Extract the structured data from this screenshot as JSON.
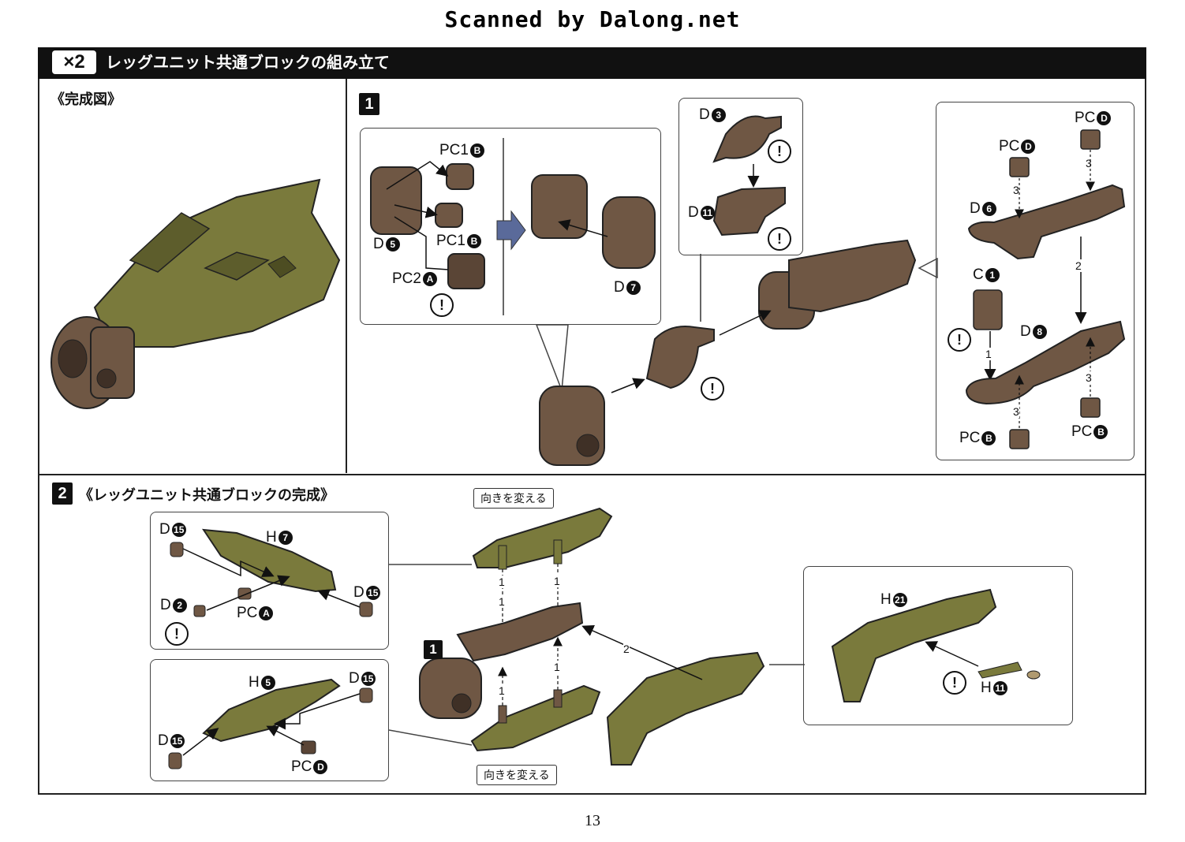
{
  "watermark": "Scanned by Dalong.net",
  "header": {
    "multiplier": "×2",
    "title": "レッグユニット共通ブロックの組み立て"
  },
  "completed_view": {
    "label": "《完成図》"
  },
  "step1": {
    "number": "1",
    "labels": {
      "pc1b_top": "PC1",
      "pc1b_top_mark": "B",
      "d5": "D",
      "d5_mark": "5",
      "pc1b_mid": "PC1",
      "pc1b_mid_mark": "B",
      "pc2a": "PC2",
      "pc2a_mark": "A",
      "d7": "D",
      "d7_mark": "7",
      "d3": "D",
      "d3_mark": "3",
      "d11": "D",
      "d11_mark": "11",
      "pcd_right": "PC",
      "pcd_right_mark": "D",
      "pcd_left": "PC",
      "pcd_left_mark": "D",
      "d6": "D",
      "d6_mark": "6",
      "c1": "C",
      "c1_mark": "1",
      "d8": "D",
      "d8_mark": "8",
      "pcb_left": "PC",
      "pcb_left_mark": "B",
      "pcb_right": "PC",
      "pcb_right_mark": "B"
    },
    "order_marks": [
      "3",
      "3",
      "2",
      "1",
      "3",
      "3"
    ],
    "warning_mark": "!"
  },
  "step2": {
    "number": "2",
    "title": "《レッグユニット共通ブロックの完成》",
    "orient_top": "向きを変える",
    "orient_bottom": "向きを変える",
    "labels": {
      "d15_a": "D",
      "d15_a_mark": "15",
      "h7": "H",
      "h7_mark": "7",
      "d15_b": "D",
      "d15_b_mark": "15",
      "d2": "D",
      "d2_mark": "2",
      "pca": "PC",
      "pca_mark": "A",
      "h5": "H",
      "h5_mark": "5",
      "d15_c": "D",
      "d15_c_mark": "15",
      "d15_d": "D",
      "d15_d_mark": "15",
      "pcd": "PC",
      "pcd_mark": "D",
      "h21": "H",
      "h21_mark": "21",
      "h11": "H",
      "h11_mark": "11",
      "step_ref": "1"
    },
    "order_marks": [
      "1",
      "1",
      "1",
      "1",
      "1",
      "1",
      "2"
    ]
  },
  "page_number": "13",
  "colors": {
    "olive": "#7a7a3c",
    "olive_dark": "#4d4d22",
    "brown": "#6f5744",
    "brown_dark": "#3f3026",
    "frame": "#222222"
  }
}
